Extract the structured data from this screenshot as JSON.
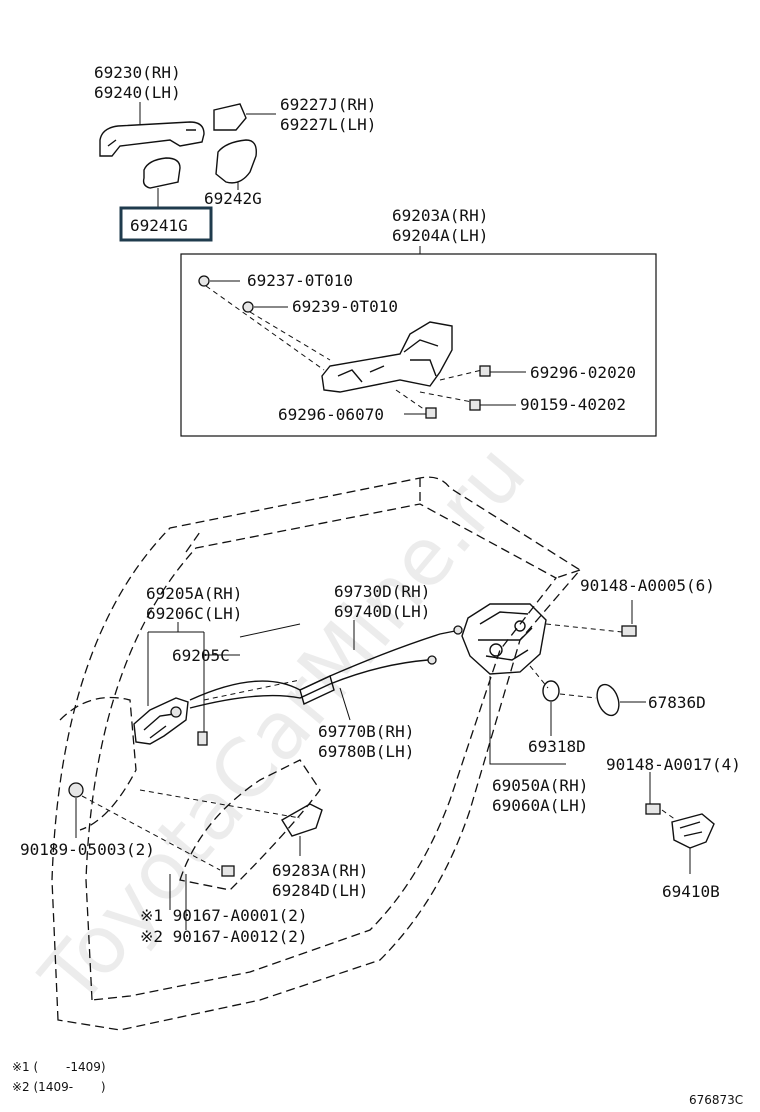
{
  "diagram": {
    "labels": {
      "p69230": "69230(RH)",
      "p69240": "69240(LH)",
      "p69227j": "69227J(RH)",
      "p69227l": "69227L(LH)",
      "p69242g": "69242G",
      "p69241g": "69241G",
      "p69203a": "69203A(RH)",
      "p69204a": "69204A(LH)",
      "p69237": "69237-0T010",
      "p69239": "69239-0T010",
      "p69296a": "69296-02020",
      "p90159": "90159-40202",
      "p69296b": "69296-06070",
      "p69205a": "69205A(RH)",
      "p69206c": "69206C(LH)",
      "p69205c": "69205C",
      "p69730d": "69730D(RH)",
      "p69740d": "69740D(LH)",
      "p90148a5": "90148-A0005(6)",
      "p67836d": "67836D",
      "p69770b": "69770B(RH)",
      "p69780b": "69780B(LH)",
      "p69318d": "69318D",
      "p90148a17": "90148-A0017(4)",
      "p69050a": "69050A(RH)",
      "p69060a": "69060A(LH)",
      "p90189": "90189-05003(2)",
      "p69283a": "69283A(RH)",
      "p69284d": "69284D(LH)",
      "p69410b": "69410B",
      "p90167a1": "※1 90167-A0001(2)",
      "p90167a2": "※2 90167-A0012(2)"
    },
    "footnotes": {
      "note1": "※1 (　　 -1409)",
      "note2": "※2 (1409-　　 )"
    },
    "drawing_code": "676873C",
    "watermark": "ToyotaCarMine.ru"
  }
}
